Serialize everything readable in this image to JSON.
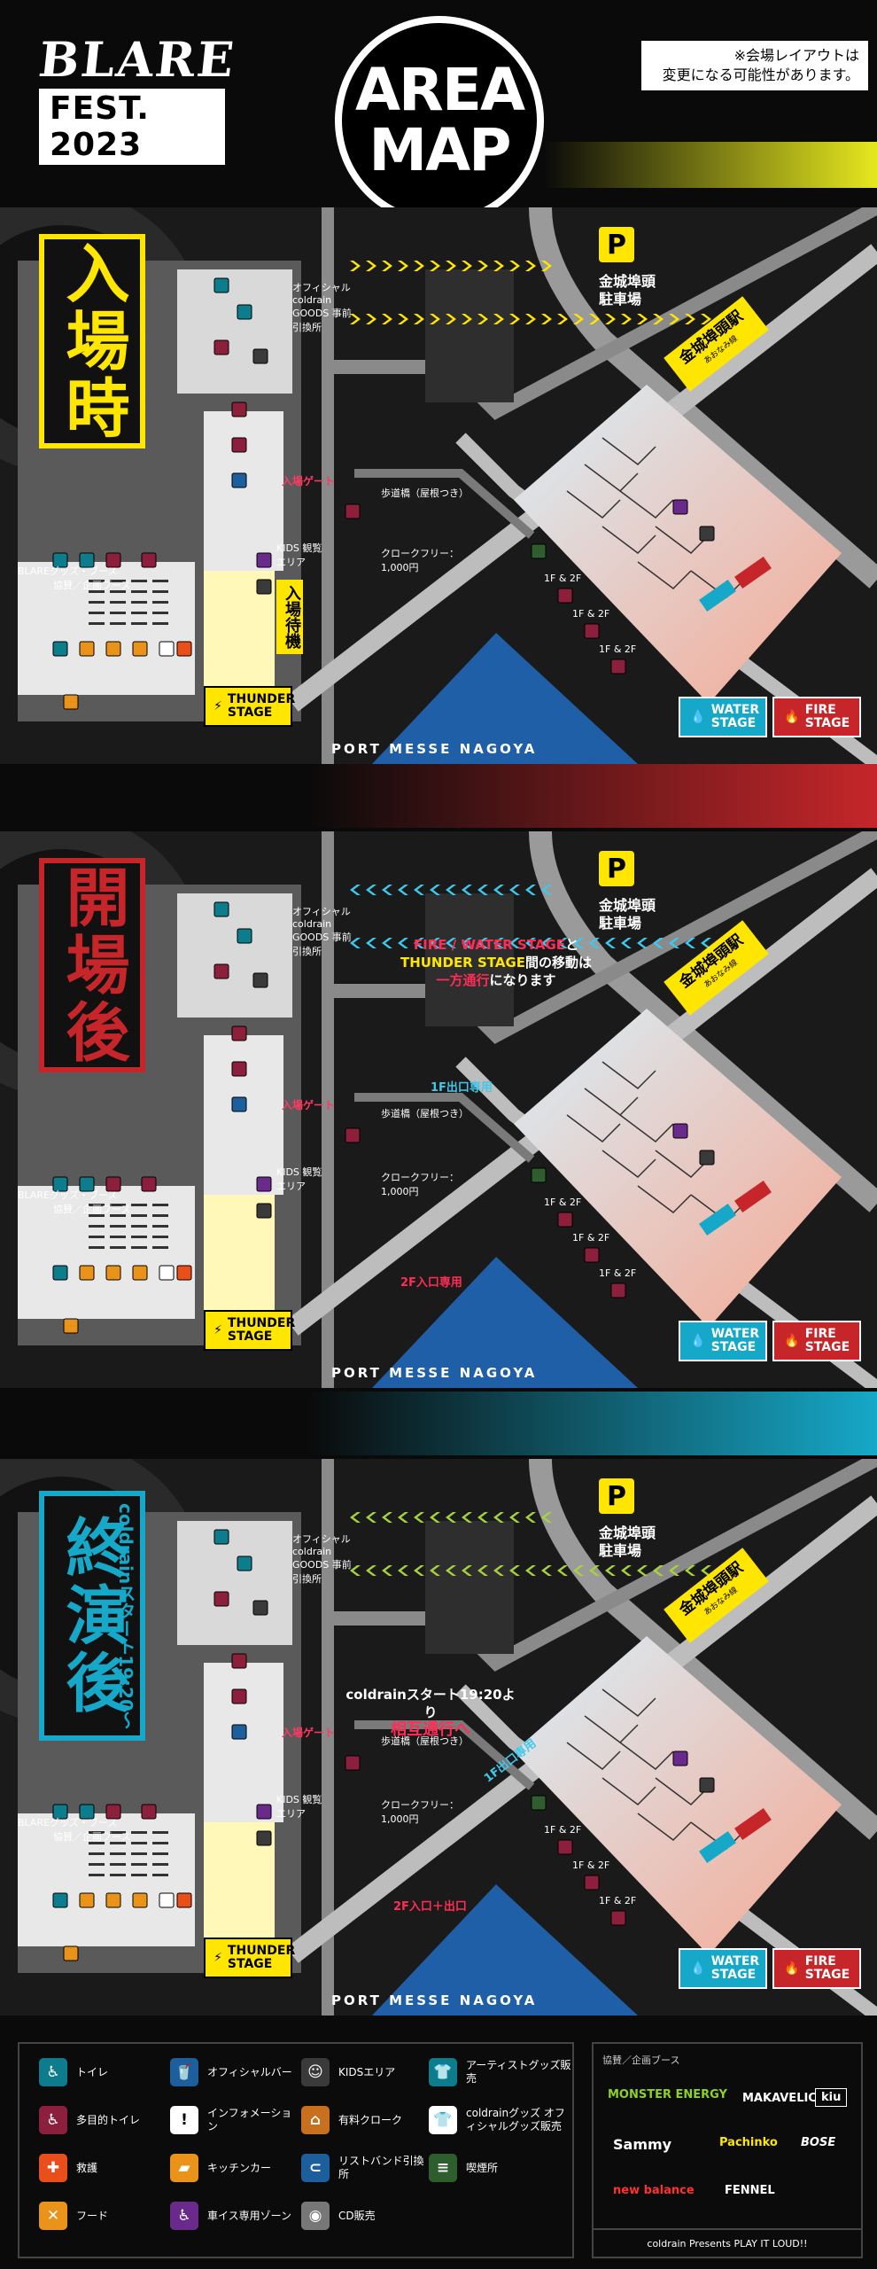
{
  "header": {
    "logo_main": "BLARE",
    "logo_sub": "FEST. 2023",
    "title_line1": "AREA",
    "title_line2": "MAP",
    "notice_line1": "※会場レイアウトは",
    "notice_line2": "変更になる可能性があります。"
  },
  "colors": {
    "yellow": "#ffe600",
    "red": "#c6262a",
    "blue": "#16a8c8",
    "pink": "#ff2d55"
  },
  "common": {
    "parking_label_1": "金城埠頭",
    "parking_label_2": "駐車場",
    "station_label": "金城埠頭駅",
    "station_sub": "あおなみ線",
    "water_stage": "WATER STAGE",
    "fire_stage": "FIRE STAGE",
    "thunder_stage": "THUNDER STAGE",
    "port_messe": "PORT MESSE NAGOYA",
    "entry_gate": "入場ゲート",
    "walkway": "歩道橋（屋根つき）",
    "cloak": "クロークフリー：1,000円",
    "kids_area": "KIDS 観覧エリア",
    "floor_label": "1F & 2F",
    "official_goods": "オフィシャル coldrain GOODS 事前引換所",
    "booth": "協賛／企画ブース",
    "blare_goods": "BLAREグッズ・ブース"
  },
  "panels": [
    {
      "phase": "入場時",
      "wait": "入場待機"
    },
    {
      "phase": "開場後",
      "note_line1_a": "FIRE / WATER STAGE",
      "note_line1_b": "と",
      "note_line2_a": "THUNDER STAGE",
      "note_line2_b": "間の移動は",
      "note_line3_a": "一方通行",
      "note_line3_b": "になります",
      "exit_1f": "1F出口専用",
      "entry_2f": "2F入口専用"
    },
    {
      "phase": "終演後",
      "phase_sub": "coldrainスタート19:20〜",
      "note_line1": "coldrainスタート19:20より",
      "note_line2": "相互通行へ",
      "exit_1f": "1F出口専用",
      "entry_2f": "2F入口＋出口"
    }
  ],
  "legend": [
    {
      "label": "トイレ",
      "icon": "toilet-icon",
      "glyph": "♿",
      "color": "#0d7c8c"
    },
    {
      "label": "オフィシャルバー",
      "icon": "drink-icon",
      "glyph": "🥤",
      "color": "#1d5e9c"
    },
    {
      "label": "KIDSエリア",
      "icon": "kids-icon",
      "glyph": "☺",
      "color": "#3a3a3a"
    },
    {
      "label": "アーティストグッズ販売",
      "icon": "tshirt-icon",
      "glyph": "👕",
      "color": "#0d7c8c"
    },
    {
      "label": "多目的トイレ",
      "icon": "multi-toilet-icon",
      "glyph": "♿",
      "color": "#8c1f3c"
    },
    {
      "label": "インフォメーション",
      "icon": "info-icon",
      "glyph": "!",
      "color": "#ffffff"
    },
    {
      "label": "有料クローク",
      "icon": "cloak-icon",
      "glyph": "⌂",
      "color": "#c8701e"
    },
    {
      "label": "coldrainグッズ オフィシャルグッズ販売",
      "icon": "goods-icon",
      "glyph": "👕",
      "color": "#ffffff"
    },
    {
      "label": "救護",
      "icon": "first-aid-icon",
      "glyph": "✚",
      "color": "#e94e1b"
    },
    {
      "label": "キッチンカー",
      "icon": "kitchen-car-icon",
      "glyph": "▰",
      "color": "#e9931b"
    },
    {
      "label": "リストバンド引換所",
      "icon": "wristband-icon",
      "glyph": "⊂",
      "color": "#1d5e9c"
    },
    {
      "label": "喫煙所",
      "icon": "smoking-icon",
      "glyph": "≡",
      "color": "#2e5e2e"
    },
    {
      "label": "フード",
      "icon": "food-icon",
      "glyph": "✕",
      "color": "#e9931b"
    },
    {
      "label": "車イス専用ゾーン",
      "icon": "wheelchair-icon",
      "glyph": "♿",
      "color": "#6a2a8c"
    },
    {
      "label": "CD販売",
      "icon": "cd-icon",
      "glyph": "◉",
      "color": "#777777"
    }
  ],
  "sponsors": {
    "title": "協賛／企画ブース",
    "items": [
      "MONSTER ENERGY",
      "MAKAVELIC",
      "kiu",
      "Sammy",
      "Pachinko",
      "BOSE",
      "new balance",
      "FENNEL"
    ],
    "footer": "coldrain Presents PLAY IT LOUD!!"
  }
}
